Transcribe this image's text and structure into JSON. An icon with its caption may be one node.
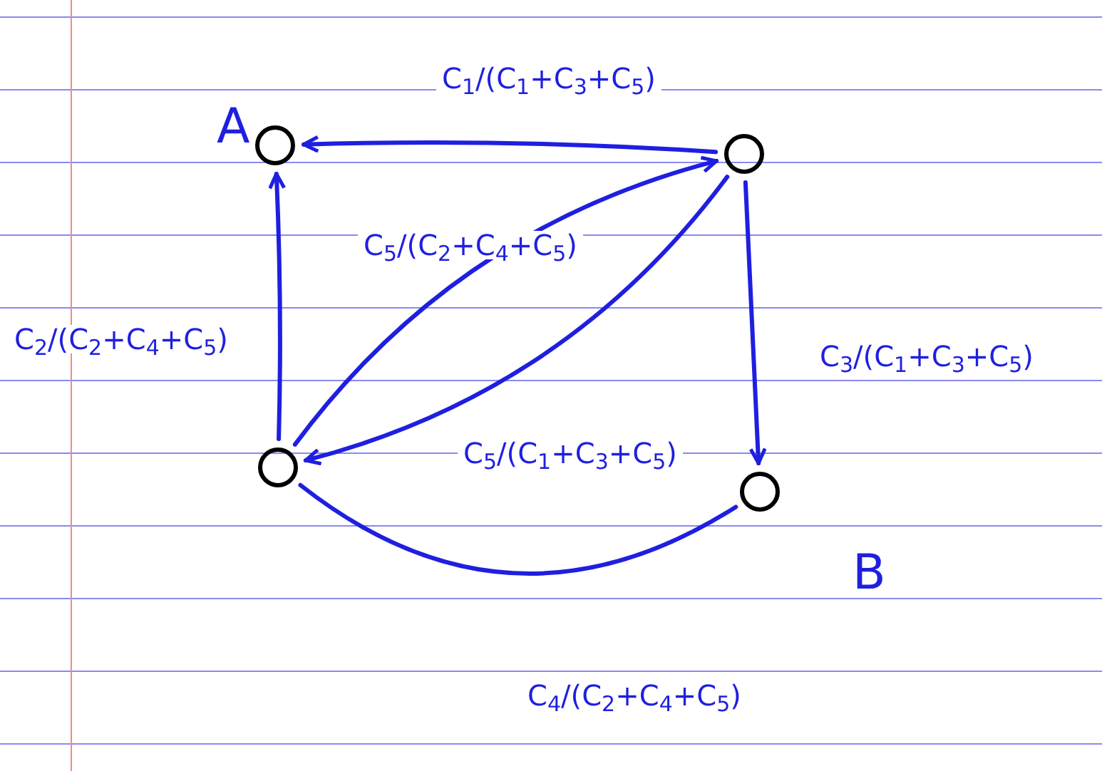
{
  "diagram": {
    "nodes": [
      {
        "text": [],
        "shape": "circle",
        "beside": [
          "A"
        ]
      },
      {
        "text": [],
        "shape": "circle"
      },
      {
        "text": [],
        "shape": "circle"
      },
      {
        "text": [],
        "shape": "circle",
        "beside": [
          "B"
        ]
      }
    ],
    "edges": [
      {
        "from": 1,
        "to": 0,
        "arrow": "to",
        "label": "C$_{1}$/(C$_{1}$+C$_{3}$+C$_{5}$)"
      },
      {
        "from": 2,
        "to": 1,
        "arrow": "to",
        "label": "C$_{5}$/(C$_{2}$+C$_{4}$+C$_{5}$)"
      },
      {
        "from": 1,
        "to": 2,
        "arrow": "to",
        "label": "C$_{5}$/(C$_{1}$+C$_{3}$+C$_{5}$)"
      },
      {
        "from": 1,
        "to": 3,
        "arrow": "to",
        "label": "C$_{3}$/(C$_{1}$+C$_{3}$+C$_{5}$)"
      },
      {
        "from": 2,
        "to": 0,
        "arrow": "to",
        "label": "C$_{2}$/(C$_{2}$+C$_{4}$+C$_{5}$)"
      },
      {
        "from": 2,
        "to": 3,
        "arrow": "none",
        "label": "C$_{4}$/(C$_{2}$+C$_{4}$+C$_{5}$)"
      }
    ]
  }
}
